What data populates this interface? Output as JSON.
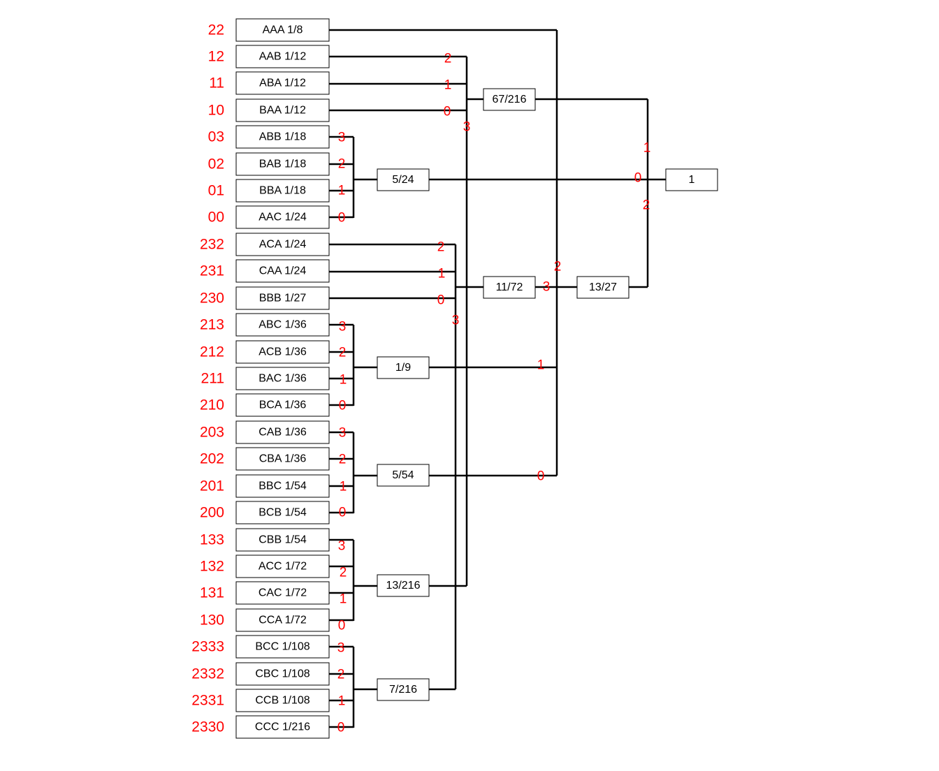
{
  "leaves": [
    {
      "code": "22",
      "label": "AAA 1/8"
    },
    {
      "code": "12",
      "label": "AAB 1/12"
    },
    {
      "code": "11",
      "label": "ABA 1/12"
    },
    {
      "code": "10",
      "label": "BAA 1/12"
    },
    {
      "code": "03",
      "label": "ABB 1/18"
    },
    {
      "code": "02",
      "label": "BAB 1/18"
    },
    {
      "code": "01",
      "label": "BBA 1/18"
    },
    {
      "code": "00",
      "label": "AAC 1/24"
    },
    {
      "code": "232",
      "label": "ACA 1/24"
    },
    {
      "code": "231",
      "label": "CAA 1/24"
    },
    {
      "code": "230",
      "label": "BBB 1/27"
    },
    {
      "code": "213",
      "label": "ABC 1/36"
    },
    {
      "code": "212",
      "label": "ACB 1/36"
    },
    {
      "code": "211",
      "label": "BAC 1/36"
    },
    {
      "code": "210",
      "label": "BCA 1/36"
    },
    {
      "code": "203",
      "label": "CAB 1/36"
    },
    {
      "code": "202",
      "label": "CBA 1/36"
    },
    {
      "code": "201",
      "label": "BBC 1/54"
    },
    {
      "code": "200",
      "label": "BCB 1/54"
    },
    {
      "code": "133",
      "label": "CBB 1/54"
    },
    {
      "code": "132",
      "label": "ACC 1/72"
    },
    {
      "code": "131",
      "label": "CAC 1/72"
    },
    {
      "code": "130",
      "label": "CCA 1/72"
    },
    {
      "code": "2333",
      "label": "BCC 1/108"
    },
    {
      "code": "2332",
      "label": "CBC 1/108"
    },
    {
      "code": "2331",
      "label": "CCB 1/108"
    },
    {
      "code": "2330",
      "label": "CCC 1/216"
    }
  ],
  "nodes": [
    {
      "id": "n67",
      "label": "67/216"
    },
    {
      "id": "n5_24",
      "label": "5/24"
    },
    {
      "id": "n11_72",
      "label": "11/72"
    },
    {
      "id": "n13_27",
      "label": "13/27"
    },
    {
      "id": "n1_9",
      "label": "1/9"
    },
    {
      "id": "n5_54",
      "label": "5/54"
    },
    {
      "id": "n13_216",
      "label": "13/216"
    },
    {
      "id": "n7_216",
      "label": "7/216"
    },
    {
      "id": "root",
      "label": "1"
    }
  ],
  "edge_digits": [
    {
      "id": "d-g1-2",
      "text": "2"
    },
    {
      "id": "d-g1-1",
      "text": "1"
    },
    {
      "id": "d-g1-0",
      "text": "0"
    },
    {
      "id": "d-g1-3",
      "text": "3"
    },
    {
      "id": "d-g2-3",
      "text": "3"
    },
    {
      "id": "d-g2-2",
      "text": "2"
    },
    {
      "id": "d-g2-1",
      "text": "1"
    },
    {
      "id": "d-g2-0",
      "text": "0"
    },
    {
      "id": "d-g3-2",
      "text": "2"
    },
    {
      "id": "d-g3-1",
      "text": "1"
    },
    {
      "id": "d-g3-0",
      "text": "0"
    },
    {
      "id": "d-g3-3",
      "text": "3"
    },
    {
      "id": "d-g4-3",
      "text": "3"
    },
    {
      "id": "d-g4-2",
      "text": "2"
    },
    {
      "id": "d-g4-1",
      "text": "1"
    },
    {
      "id": "d-g4-0",
      "text": "0"
    },
    {
      "id": "d-g5-3",
      "text": "3"
    },
    {
      "id": "d-g5-2",
      "text": "2"
    },
    {
      "id": "d-g5-1",
      "text": "1"
    },
    {
      "id": "d-g5-0",
      "text": "0"
    },
    {
      "id": "d-g6-3",
      "text": "3"
    },
    {
      "id": "d-g6-2",
      "text": "2"
    },
    {
      "id": "d-g6-1",
      "text": "1"
    },
    {
      "id": "d-g6-0",
      "text": "0"
    },
    {
      "id": "d-g7-3",
      "text": "3"
    },
    {
      "id": "d-g7-2",
      "text": "2"
    },
    {
      "id": "d-g7-1",
      "text": "1"
    },
    {
      "id": "d-g7-0",
      "text": "0"
    },
    {
      "id": "d-13-2",
      "text": "2"
    },
    {
      "id": "d-13-3",
      "text": "3"
    },
    {
      "id": "d-13-1",
      "text": "1"
    },
    {
      "id": "d-13-0",
      "text": "0"
    },
    {
      "id": "d-root-1",
      "text": "1"
    },
    {
      "id": "d-root-0",
      "text": "0"
    },
    {
      "id": "d-root-2",
      "text": "2"
    }
  ]
}
